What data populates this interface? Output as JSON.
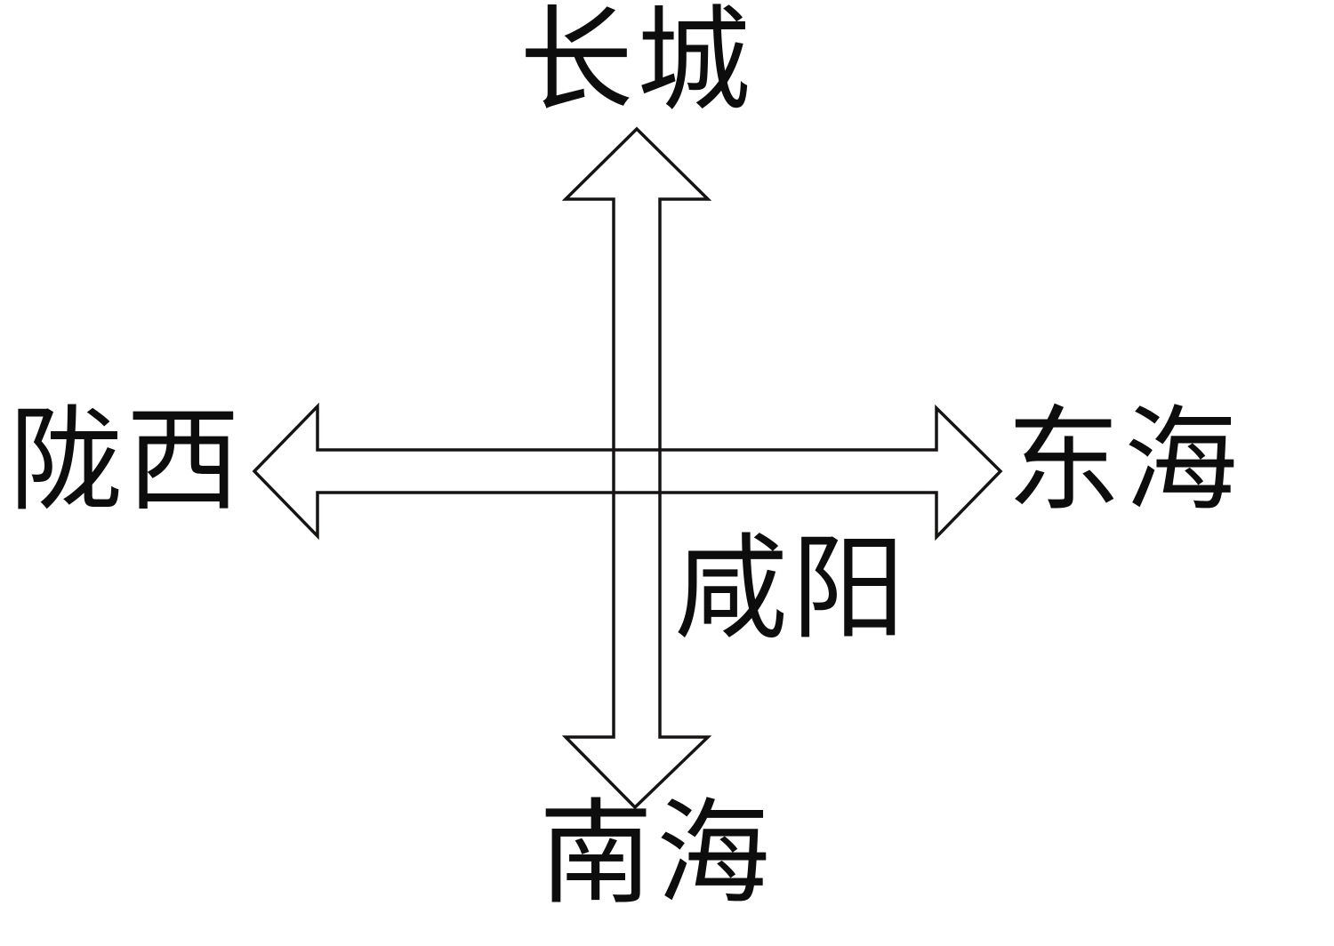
{
  "diagram": {
    "type": "directional-cross-diagram",
    "description": "Four-direction extent diagram with a capital at the center (Qin dynasty territory style schematic)",
    "labels": {
      "north": "长城",
      "south": "南海",
      "west": "陇西",
      "east": "东海",
      "center": "咸阳"
    },
    "arrows": [
      {
        "name": "vertical-double-arrow",
        "direction": "north-south",
        "style": "outlined-block-arrow"
      },
      {
        "name": "horizontal-double-arrow",
        "direction": "west-east",
        "style": "outlined-block-arrow"
      }
    ],
    "colors": {
      "stroke": "#161413",
      "text": "#0d0d0d",
      "background": "#ffffff"
    }
  }
}
